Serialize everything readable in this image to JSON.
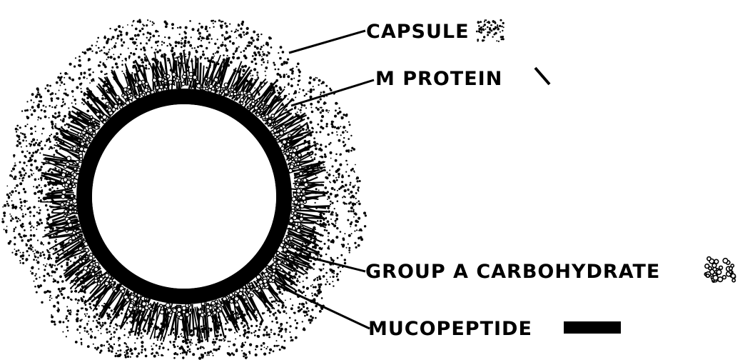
{
  "labels": {
    "capsule": "CAPSULE",
    "m_protein": "M PROTEIN",
    "group_a_carbohydrate": "GROUP A CARBOHYDRATE",
    "mucopeptide": "MUCOPEPTIDE"
  },
  "colors": {
    "ink": "#000000",
    "background": "#ffffff"
  },
  "legend_swatches": {
    "capsule": "stipple-dots",
    "m_protein": "diagonal-stroke",
    "group_a_carbohydrate": "mesh-cluster",
    "mucopeptide": "solid-bar"
  }
}
